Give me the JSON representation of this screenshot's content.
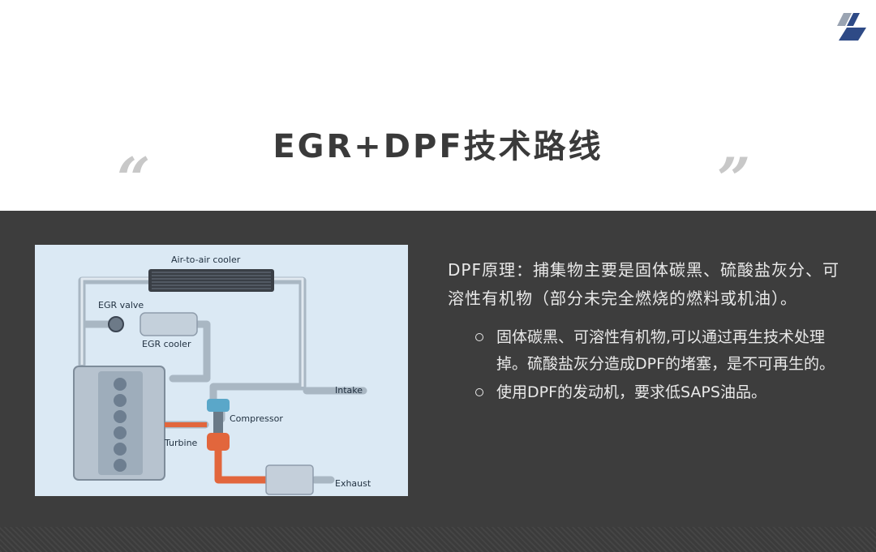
{
  "slide": {
    "title": "EGR+DPF技术路线",
    "quote_left": "“",
    "quote_right": "”"
  },
  "diagram": {
    "labels": {
      "air_cooler": "Air-to-air cooler",
      "egr_valve": "EGR valve",
      "egr_cooler": "EGR cooler",
      "intake": "Intake",
      "compressor": "Compressor",
      "turbine": "Turbine",
      "exhaust": "Exhaust"
    }
  },
  "content": {
    "principle": "DPF原理：捕集物主要是固体碳黑、硫酸盐灰分、可溶性有机物（部分未完全燃烧的燃料或机油）。",
    "bullets": [
      "固体碳黑、可溶性有机物,可以通过再生技术处理掉。硫酸盐灰分造成DPF的堵塞，是不可再生的。",
      "使用DPF的发动机，要求低SAPS油品。"
    ]
  },
  "colors": {
    "dark_bg": "#3d3d3d",
    "logo": "#2e4a86",
    "pipe": "#a9b7c3",
    "hot_pipe": "#e2663c"
  }
}
